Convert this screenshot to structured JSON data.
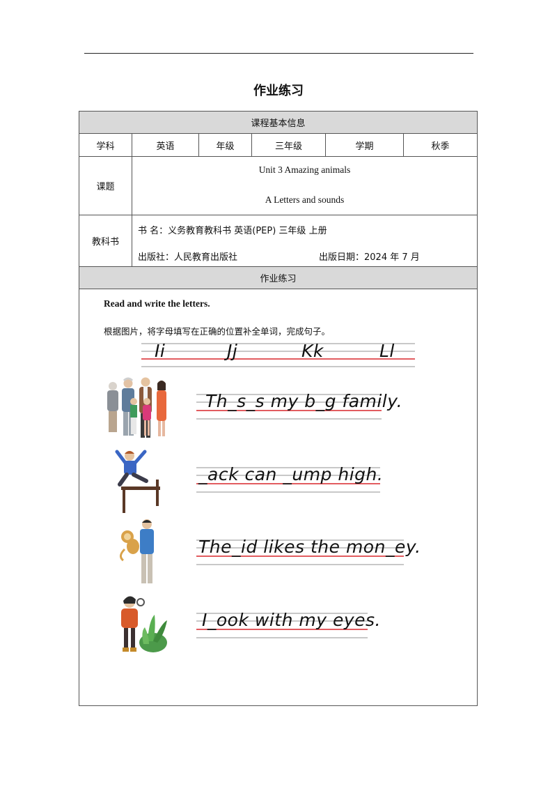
{
  "title": "作业练习",
  "info_table": {
    "section_header": "课程基本信息",
    "row1": {
      "subject_label": "学科",
      "subject_value": "英语",
      "grade_label": "年级",
      "grade_value": "三年级",
      "term_label": "学期",
      "term_value": "秋季"
    },
    "topic_label": "课题",
    "topic_lines": [
      "Unit 3 Amazing animals",
      "A Letters and sounds"
    ],
    "textbook_label": "教科书",
    "book_line": "书    名：义务教育教科书  英语(PEP)  三年级  上册",
    "publisher_line": "出版社：人民教育出版社",
    "date_line": "出版日期：2024 年 7 月"
  },
  "exercise": {
    "section_header": "作业练习",
    "instruction_en": "Read and write the letters.",
    "instruction_cn": "根据图片，将字母填写在正确的位置补全单词，完成句子。",
    "letters": [
      "Ii",
      "Jj",
      "Kk",
      "Ll"
    ],
    "sentences": [
      {
        "text": "Th_s_s my b_g family.",
        "picture": "family-picture"
      },
      {
        "text": "_ack can _ump high.",
        "picture": "jumping-boy-picture"
      },
      {
        "text": "The_id likes the mon_ey.",
        "picture": "boy-with-monkey-picture"
      },
      {
        "text": "I_ook with my eyes.",
        "picture": "girl-with-magnifier-picture"
      }
    ]
  },
  "colors": {
    "band": "#d9d9d9",
    "baseline_red": "#d9262b",
    "guide_gray": "#a8a8a8"
  }
}
